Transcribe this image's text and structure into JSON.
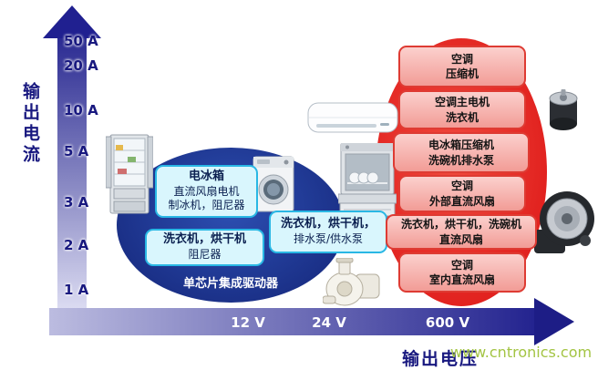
{
  "axes": {
    "y_axis": {
      "title": "输出电流",
      "ticks": [
        "50 A",
        "20 A",
        "10 A",
        "5 A",
        "3 A",
        "2 A",
        "1 A"
      ]
    },
    "x_axis": {
      "title": "输出电压",
      "ticks": [
        "12 V",
        "24 V",
        "600 V"
      ]
    }
  },
  "blue_region": {
    "label": "单芯片集成驱动器"
  },
  "blue_boxes": [
    {
      "lines": [
        "电冰箱",
        "直流风扇电机",
        "制冰机，阻尼器"
      ]
    },
    {
      "lines": [
        "洗衣机，烘干机",
        "阻尼器"
      ]
    },
    {
      "lines": [
        "洗衣机，烘干机，",
        "排水泵/供水泵"
      ]
    }
  ],
  "red_boxes": [
    {
      "lines": [
        "空调",
        "压缩机"
      ]
    },
    {
      "lines": [
        "空调主电机",
        "洗衣机"
      ]
    },
    {
      "lines": [
        "电冰箱压缩机",
        "洗碗机排水泵"
      ]
    },
    {
      "lines": [
        "空调",
        "外部直流风扇"
      ]
    },
    {
      "lines": [
        "洗衣机，烘干机，洗碗机",
        "直流风扇"
      ]
    },
    {
      "lines": [
        "空调",
        "室内直流风扇"
      ]
    }
  ],
  "images": [
    "refrigerator-image",
    "washing-machine-image",
    "air-conditioner-image",
    "dishwasher-image",
    "water-pump-image",
    "compressor-motor-image",
    "blower-fan-image"
  ],
  "watermark": "www.cntronics.com",
  "colors": {
    "axis_navy": "#18187f",
    "arrow_dark": "#23238f",
    "arrow_light": "#bcbce0",
    "blue_ellipse": "#1c3a9c",
    "red_ellipse": "#e82b22",
    "cyan_box_bg": "#d9f6fd",
    "cyan_box_border": "#29b7e4",
    "red_box_bg": "#f5a9a4",
    "red_box_border": "#de3b33",
    "watermark_green": "#a3c443"
  }
}
